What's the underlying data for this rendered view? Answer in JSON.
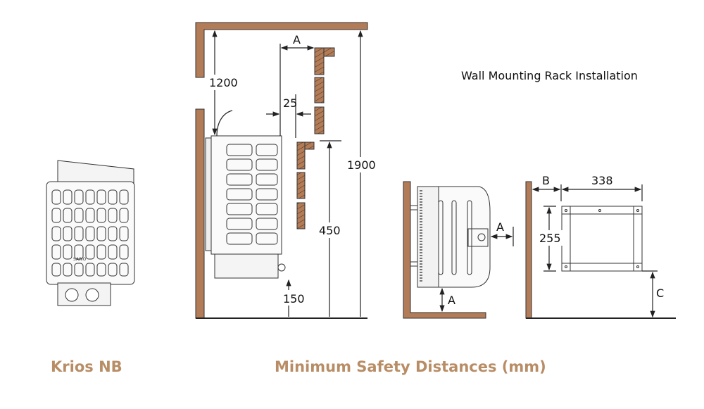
{
  "product_label": "Krios NB",
  "heater_brand": "SAWO",
  "caption": "Minimum Safety Distances (mm)",
  "rack_title": "Wall Mounting Rack Installation",
  "dimensions": {
    "ceiling_to_heater": "1200",
    "clearance_a": "A",
    "side_gap": "25",
    "guard_height": "450",
    "total_height": "1900",
    "floor_to_heater": "150",
    "rack_front_a": "A",
    "rack_floor_a": "A",
    "wall_gap_b": "B",
    "rack_width": "338",
    "rack_height": "255",
    "floor_to_rack_c": "C"
  },
  "colors": {
    "wall": "#b27c58",
    "caption": "#b88d66"
  }
}
